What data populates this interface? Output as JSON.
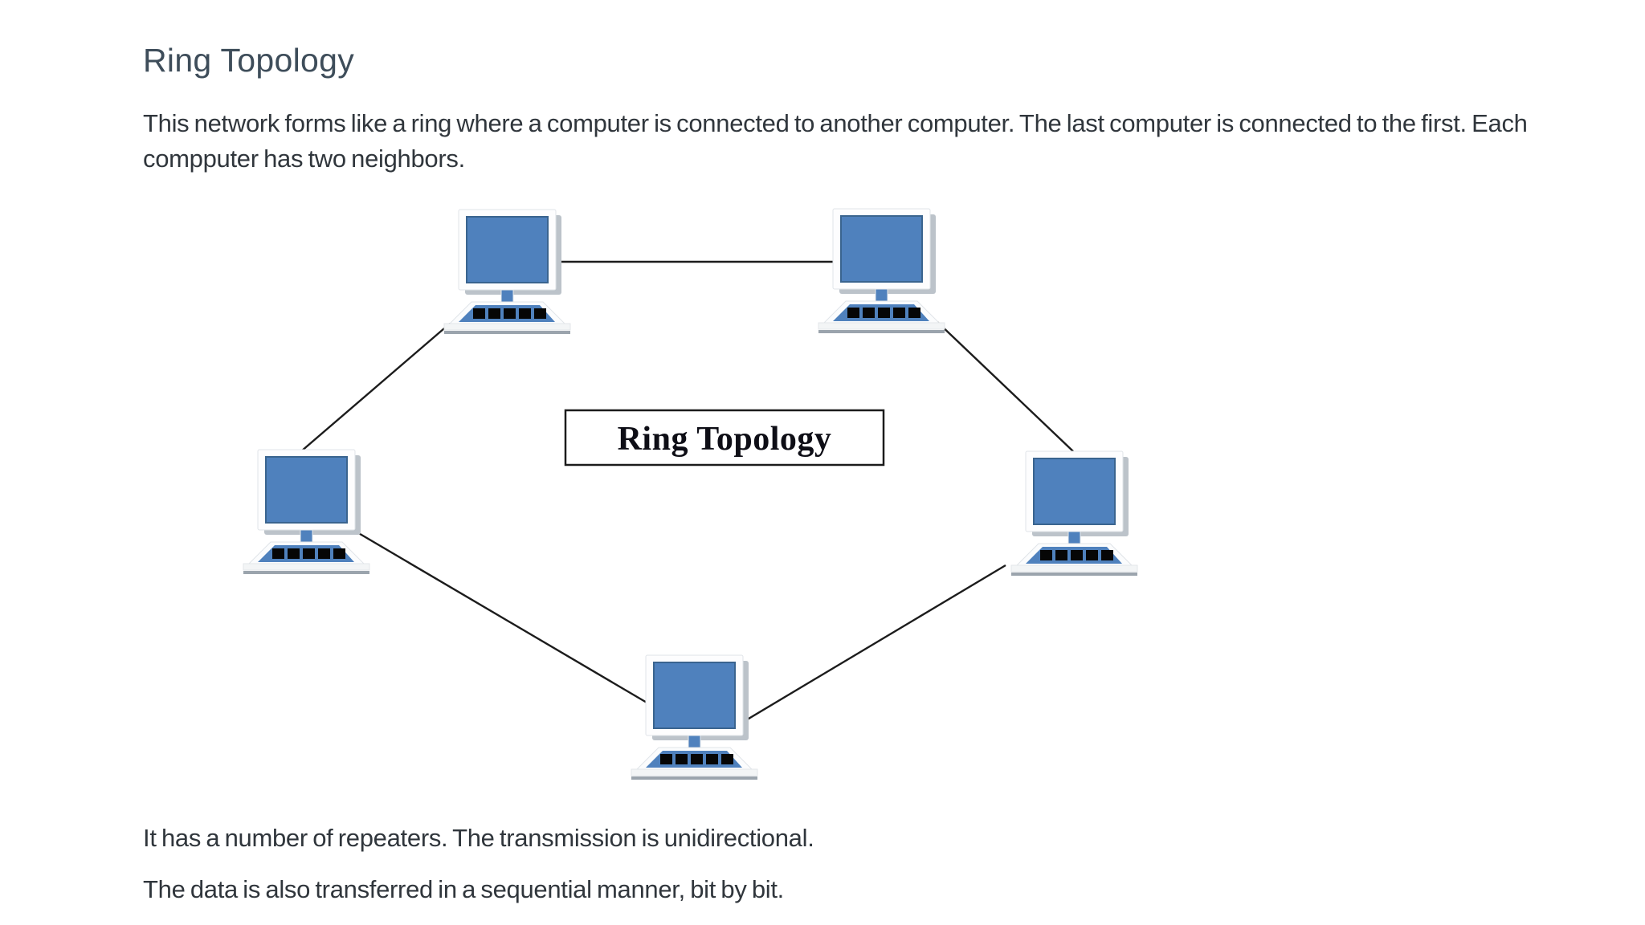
{
  "page": {
    "title": "Ring Topology",
    "intro": "This network forms like a ring where a computer is connected to another computer. The last computer is connected to the first. Each compputer has two neighbors.",
    "para_repeaters": "It has a number of repeaters. The transmission is unidirectional.",
    "para_sequential": "The data is also transferred in a sequential manner, bit by bit."
  },
  "diagram": {
    "label": "Ring Topology",
    "nodes": [
      "computer-top-left",
      "computer-top-right",
      "computer-middle-left",
      "computer-middle-right",
      "computer-bottom"
    ],
    "connections": [
      [
        "computer-top-left",
        "computer-top-right"
      ],
      [
        "computer-top-left",
        "computer-middle-left"
      ],
      [
        "computer-top-right",
        "computer-middle-right"
      ],
      [
        "computer-middle-left",
        "computer-bottom"
      ],
      [
        "computer-middle-right",
        "computer-bottom"
      ]
    ],
    "colors": {
      "screen_blue": "#4f81bd",
      "screen_border": "#3a648f",
      "line_black": "#1c1c1c",
      "heading_slate": "#3e4d5a",
      "body_text": "#30363c"
    }
  }
}
